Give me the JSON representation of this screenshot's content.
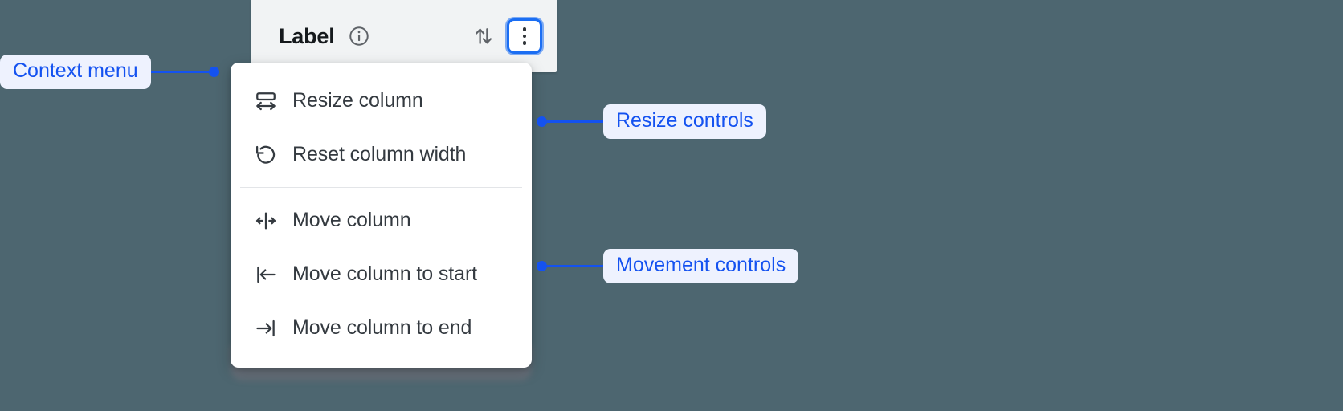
{
  "page": {
    "background_color": "#4d6670",
    "accent_color": "#1452f0",
    "focus_ring_color": "#1b6ef3"
  },
  "header": {
    "label": "Label",
    "info_icon": "info-circle-icon",
    "sort_icon": "sort-up-down-icon",
    "overflow_icon": "kebab-vertical-icon"
  },
  "context_menu": {
    "groups": [
      {
        "name": "resize",
        "items": [
          {
            "icon": "resize-column-icon",
            "label": "Resize column"
          },
          {
            "icon": "reset-width-icon",
            "label": "Reset column width"
          }
        ]
      },
      {
        "name": "movement",
        "items": [
          {
            "icon": "move-column-icon",
            "label": "Move column"
          },
          {
            "icon": "move-to-start-icon",
            "label": "Move column to start"
          },
          {
            "icon": "move-to-end-icon",
            "label": "Move column to end"
          }
        ]
      }
    ]
  },
  "annotations": [
    {
      "id": "context",
      "label": "Context menu",
      "side": "left"
    },
    {
      "id": "resize",
      "label": "Resize controls",
      "side": "right"
    },
    {
      "id": "movement",
      "label": "Movement controls",
      "side": "right"
    }
  ]
}
